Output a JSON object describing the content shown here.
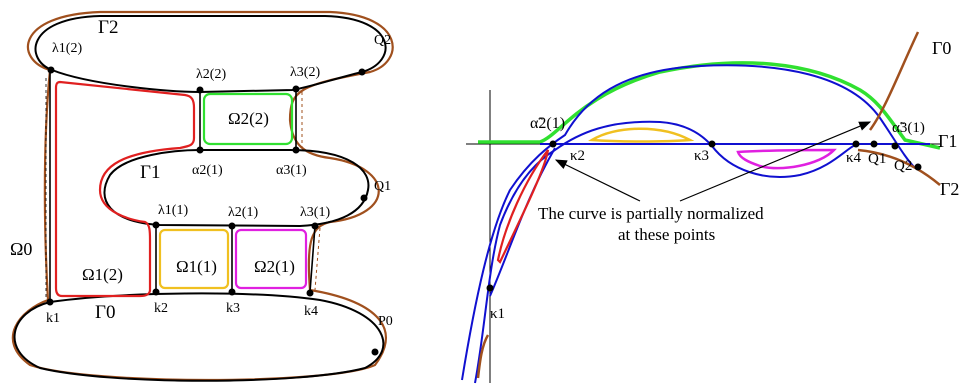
{
  "left_figure": {
    "gamma_2": "Γ2",
    "gamma_1": "Γ1",
    "gamma_0": "Γ0",
    "omega_0": "Ω0",
    "omega_2_2": "Ω2(2)",
    "omega_1_2": "Ω1(2)",
    "omega_1_1": "Ω1(1)",
    "omega_2_1": "Ω2(1)",
    "lambda_1_2": "λ1(2)",
    "lambda_2_2": "λ2(2)",
    "lambda_3_2": "λ3(2)",
    "alpha_2_1": "α2(1)",
    "alpha_3_1": "α3(1)",
    "lambda_1_1": "λ1(1)",
    "lambda_2_1": "λ2(1)",
    "lambda_3_1": "λ3(1)",
    "Q2": "Q2",
    "Q1": "Q1",
    "P0": "P0",
    "k1": "k1",
    "k2": "k2",
    "k3": "k3",
    "k4": "k4"
  },
  "right_figure": {
    "gamma_0": "Γ0",
    "gamma_1": "Γ1",
    "gamma_2": "Γ2",
    "alpha_2_1": "α̃2(1)",
    "alpha_3_1": "α̃3(1)",
    "kappa_1": "κ1",
    "kappa_2": "κ2",
    "kappa_3": "κ3",
    "kappa_4": "κ4",
    "Q1": "Q1",
    "Q2": "Q2",
    "note_line1": "The curve is partially normalized",
    "note_line2": "at these points"
  },
  "colors": {
    "black": "#000000",
    "brown": "#a0501e",
    "red": "#e02020",
    "green": "#30e030",
    "yellow": "#f0c020",
    "magenta": "#e020e0",
    "blue": "#1010d0"
  }
}
